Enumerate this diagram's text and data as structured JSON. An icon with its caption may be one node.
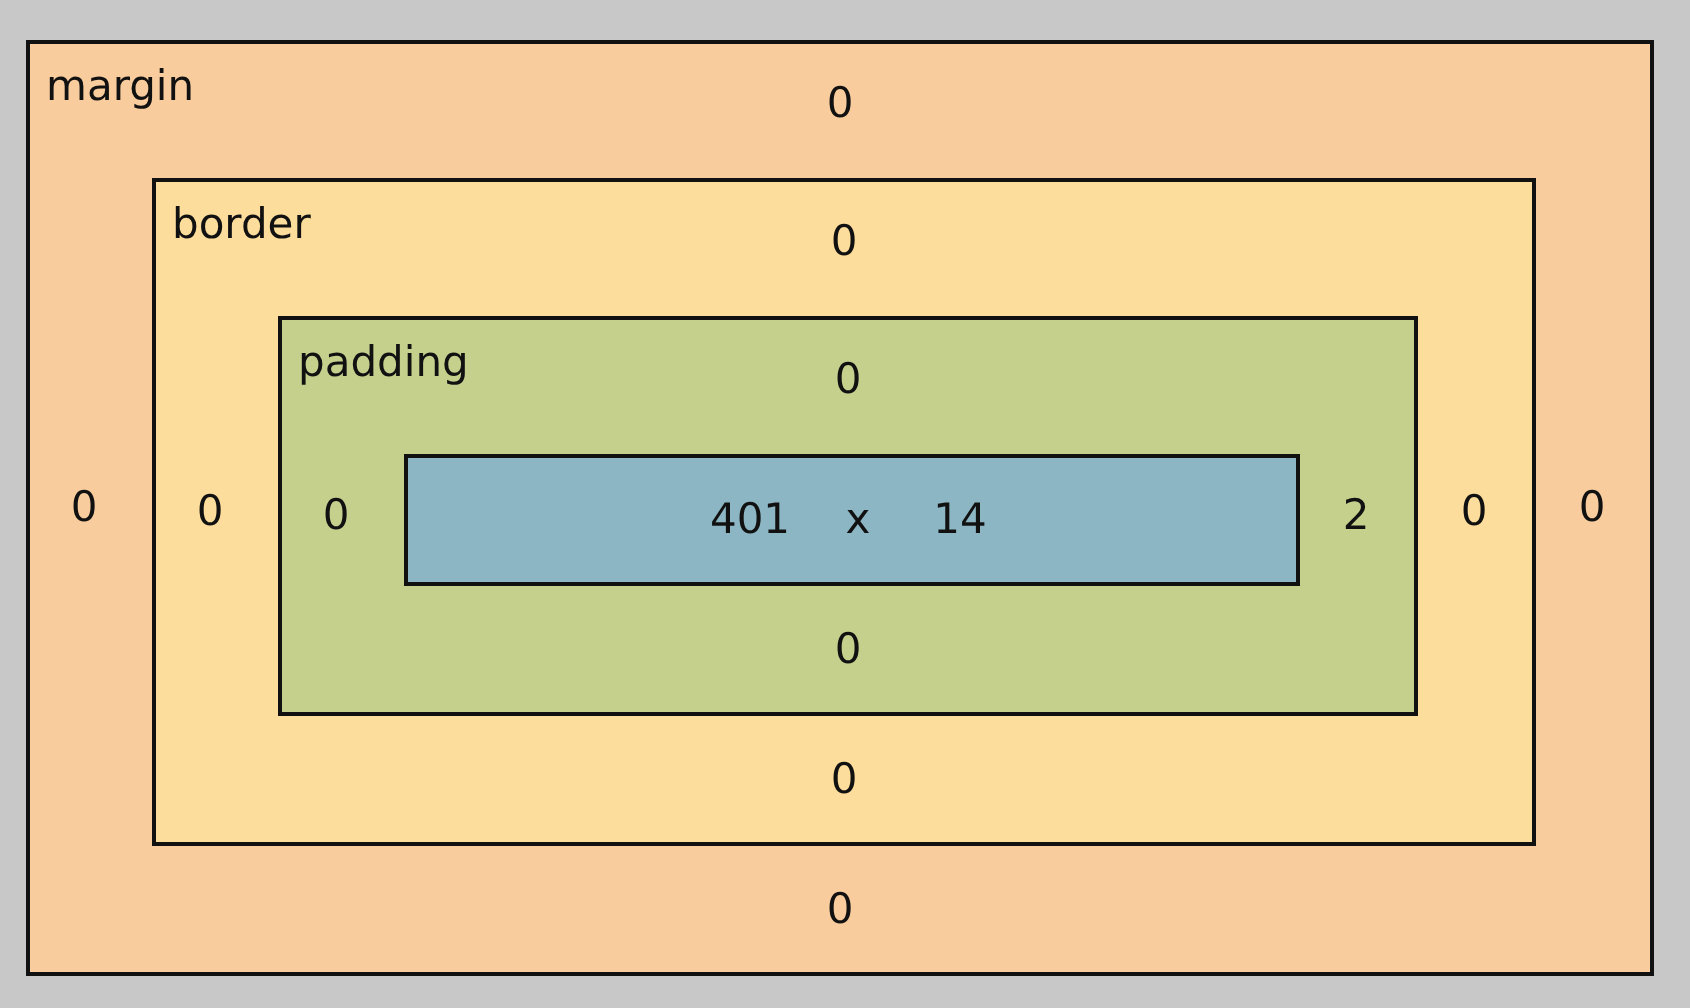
{
  "diagram": {
    "nodes": [
      {
        "text": [
          "margin",
          "0",
          "0",
          "0",
          "0"
        ]
      },
      {
        "text": [
          "border",
          "0",
          "0",
          "0",
          "0"
        ],
        "in": 0
      },
      {
        "text": [
          "padding",
          "0",
          "0",
          "2",
          "0"
        ],
        "in": 1
      },
      {
        "text": [
          "401",
          "x",
          "14"
        ],
        "in": 2
      }
    ]
  }
}
